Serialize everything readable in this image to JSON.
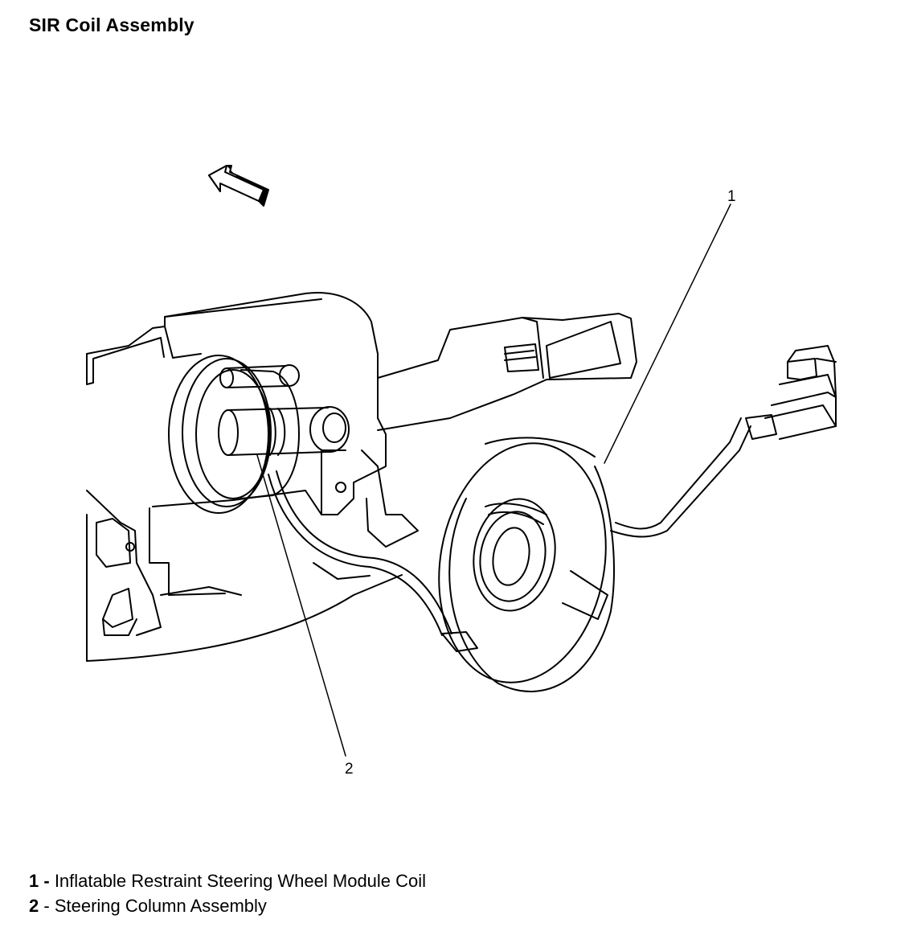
{
  "title": "SIR Coil Assembly",
  "callouts": {
    "c1": "1",
    "c2": "2"
  },
  "legend": [
    {
      "num": "1",
      "sep": " - ",
      "text": "Inflatable Restraint Steering Wheel Module Coil"
    },
    {
      "num": "2",
      "sep": " - ",
      "text": "Steering Column Assembly"
    }
  ],
  "colors": {
    "line": "#000000",
    "background": "#ffffff"
  },
  "icons": {
    "direction": "view-direction-arrow-icon"
  }
}
